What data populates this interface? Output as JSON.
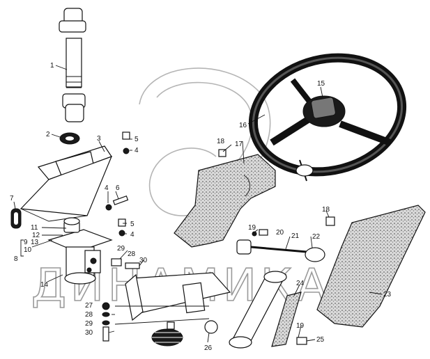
{
  "watermark": {
    "text": "ДИНАМИКА",
    "logo_glyph": "swirl-logo"
  },
  "callouts": [
    {
      "id": "c1",
      "label": "1"
    },
    {
      "id": "c2",
      "label": "2"
    },
    {
      "id": "c3",
      "label": "3"
    },
    {
      "id": "c5a",
      "label": "5"
    },
    {
      "id": "c4a",
      "label": "4"
    },
    {
      "id": "c7",
      "label": "7"
    },
    {
      "id": "c4b",
      "label": "4"
    },
    {
      "id": "c6",
      "label": "6"
    },
    {
      "id": "c11",
      "label": "11"
    },
    {
      "id": "c12",
      "label": "12"
    },
    {
      "id": "c9",
      "label": "9"
    },
    {
      "id": "c13",
      "label": "13"
    },
    {
      "id": "c10",
      "label": "10"
    },
    {
      "id": "c8",
      "label": "8"
    },
    {
      "id": "c5b",
      "label": "5"
    },
    {
      "id": "c4c",
      "label": "4"
    },
    {
      "id": "c29a",
      "label": "29"
    },
    {
      "id": "c28a",
      "label": "28"
    },
    {
      "id": "c30a",
      "label": "30"
    },
    {
      "id": "c14",
      "label": "14"
    },
    {
      "id": "c15",
      "label": "15"
    },
    {
      "id": "c16",
      "label": "16"
    },
    {
      "id": "c18a",
      "label": "18"
    },
    {
      "id": "c17",
      "label": "17"
    },
    {
      "id": "c19a",
      "label": "19"
    },
    {
      "id": "c20",
      "label": "20"
    },
    {
      "id": "c21",
      "label": "21"
    },
    {
      "id": "c22",
      "label": "22"
    },
    {
      "id": "c18b",
      "label": "18"
    },
    {
      "id": "c23",
      "label": "23"
    },
    {
      "id": "c24",
      "label": "24"
    },
    {
      "id": "c27",
      "label": "27"
    },
    {
      "id": "c28b",
      "label": "28"
    },
    {
      "id": "c29b",
      "label": "29"
    },
    {
      "id": "c30b",
      "label": "30"
    },
    {
      "id": "c26",
      "label": "26"
    },
    {
      "id": "c19b",
      "label": "19"
    },
    {
      "id": "c25",
      "label": "25"
    }
  ]
}
